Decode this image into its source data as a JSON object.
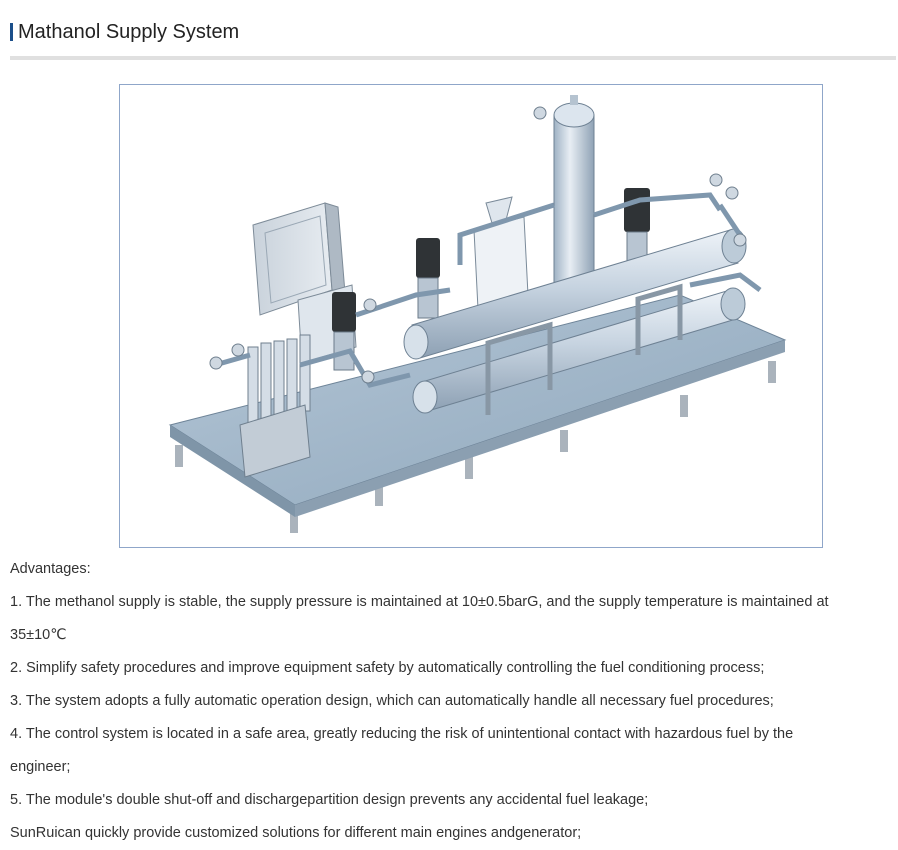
{
  "page": {
    "title": "Mathanol Supply System",
    "accent_color": "#1b4f8a"
  },
  "figure": {
    "icon": "methanol-supply-skid-illustration"
  },
  "content": {
    "heading": "Advantages:",
    "items": [
      "1. The methanol supply is stable, the supply pressure is maintained at 10±0.5barG, and the supply temperature is maintained at",
      "35±10℃",
      "2. Simplify safety procedures and improve equipment safety by automatically controlling the fuel conditioning process;",
      "3. The system adopts a fully automatic operation design, which can automatically handle all necessary fuel procedures;",
      "4. The control system is located in a safe area, greatly reducing the risk of unintentional contact with hazardous fuel by the",
      "engineer;",
      "5. The module's double shut-off and dischargepartition design prevents any accidental fuel leakage;",
      "SunRuican quickly provide customized solutions for different main engines andgenerator;"
    ]
  }
}
